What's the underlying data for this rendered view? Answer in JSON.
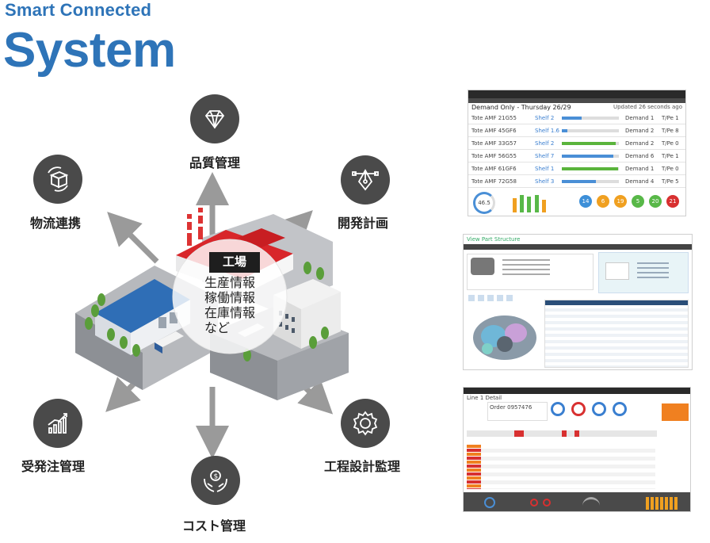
{
  "header": {
    "subtitle": "Smart Connected",
    "title": "System"
  },
  "factory": {
    "label": "工場",
    "info": [
      "生産情報",
      "稼働情報",
      "在庫情報",
      "など"
    ]
  },
  "nodes": [
    {
      "label": "品質管理",
      "icon": "diamond-icon"
    },
    {
      "label": "物流連携",
      "icon": "box-icon"
    },
    {
      "label": "開発計画",
      "icon": "pen-nib-icon"
    },
    {
      "label": "受発注管理",
      "icon": "bar-chart-icon"
    },
    {
      "label": "コスト管理",
      "icon": "money-hands-icon"
    },
    {
      "label": "工程設計監理",
      "icon": "gear-icon"
    }
  ],
  "screenshot1": {
    "header": "Demand Only - Thursday 26/29",
    "header_right": "Updated 26 seconds ago",
    "rows": [
      {
        "name": "Tote AMF 21G55",
        "shelf": "Shelf 2",
        "fill": 0.35,
        "color": "#4a8fd6",
        "count": "Demand 1",
        "right": "T/Pe 1"
      },
      {
        "name": "Tote AMF 45GF6",
        "shelf": "Shelf 1.6",
        "fill": 0.1,
        "color": "#4a8fd6",
        "count": "Demand 2",
        "right": "T/Pe 8"
      },
      {
        "name": "Tote AMF 33G57",
        "shelf": "Shelf 2",
        "fill": 0.95,
        "color": "#5ab43c",
        "count": "Demand 2",
        "right": "T/Pe 0"
      },
      {
        "name": "Tote AMF 56G55",
        "shelf": "Shelf 7",
        "fill": 0.9,
        "color": "#4a8fd6",
        "count": "Demand 6",
        "right": "T/Pe 1"
      },
      {
        "name": "Tote AMF 61GF6",
        "shelf": "Shelf 1",
        "fill": 0.98,
        "color": "#5ab43c",
        "count": "Demand 1",
        "right": "T/Pe 0"
      },
      {
        "name": "Tote AMF 72G58",
        "shelf": "Shelf 3",
        "fill": 0.6,
        "color": "#4a8fd6",
        "count": "Demand 4",
        "right": "T/Pe 5"
      }
    ],
    "gauge": "46.5",
    "badges": [
      {
        "label": "14",
        "color": "#3d8fd8"
      },
      {
        "label": "6",
        "color": "#f0a020"
      },
      {
        "label": "19",
        "color": "#f0a020"
      },
      {
        "label": "5",
        "color": "#58b848"
      },
      {
        "label": "20",
        "color": "#58b848"
      },
      {
        "label": "21",
        "color": "#d83030"
      }
    ]
  },
  "screenshot2": {
    "title": "View Part Structure"
  },
  "screenshot3": {
    "title": "Line 1 Detail",
    "order": "Order 0957476"
  }
}
